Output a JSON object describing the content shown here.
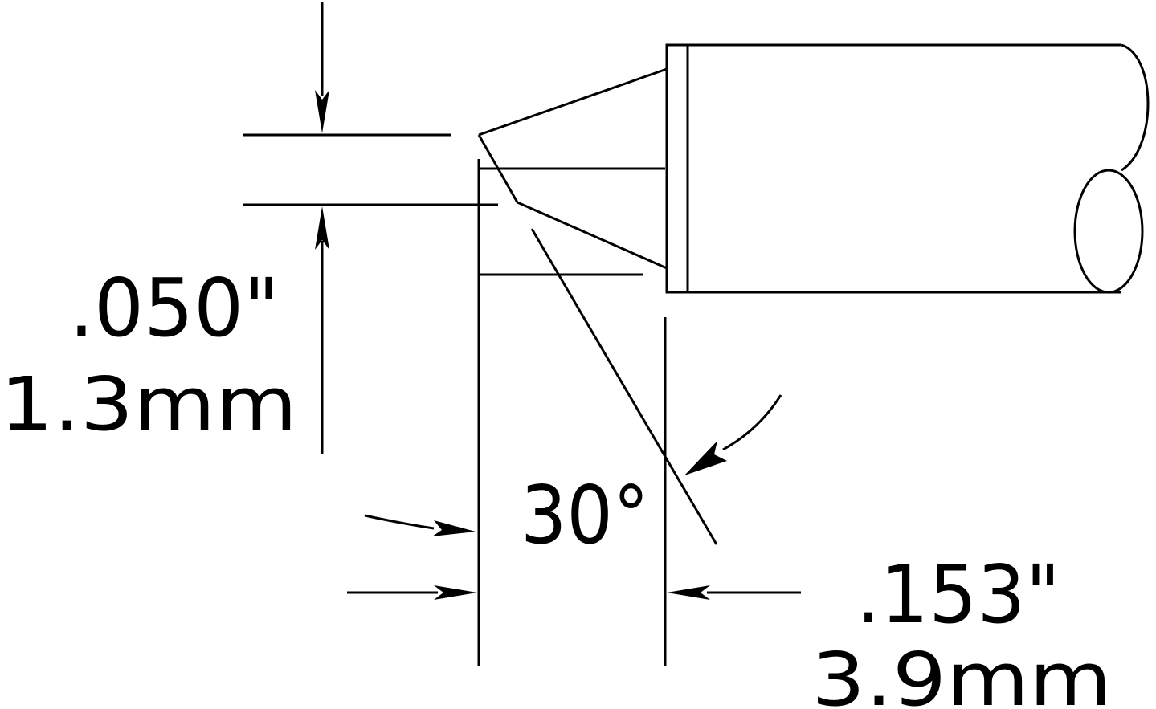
{
  "diagram": {
    "background": "#ffffff",
    "line_color": "#000000",
    "dimensions": {
      "thickness_inch": ".050\"",
      "thickness_mm": "1.3mm",
      "angle": "30°",
      "width_inch": ".153\"",
      "width_mm": "3.9mm"
    }
  }
}
